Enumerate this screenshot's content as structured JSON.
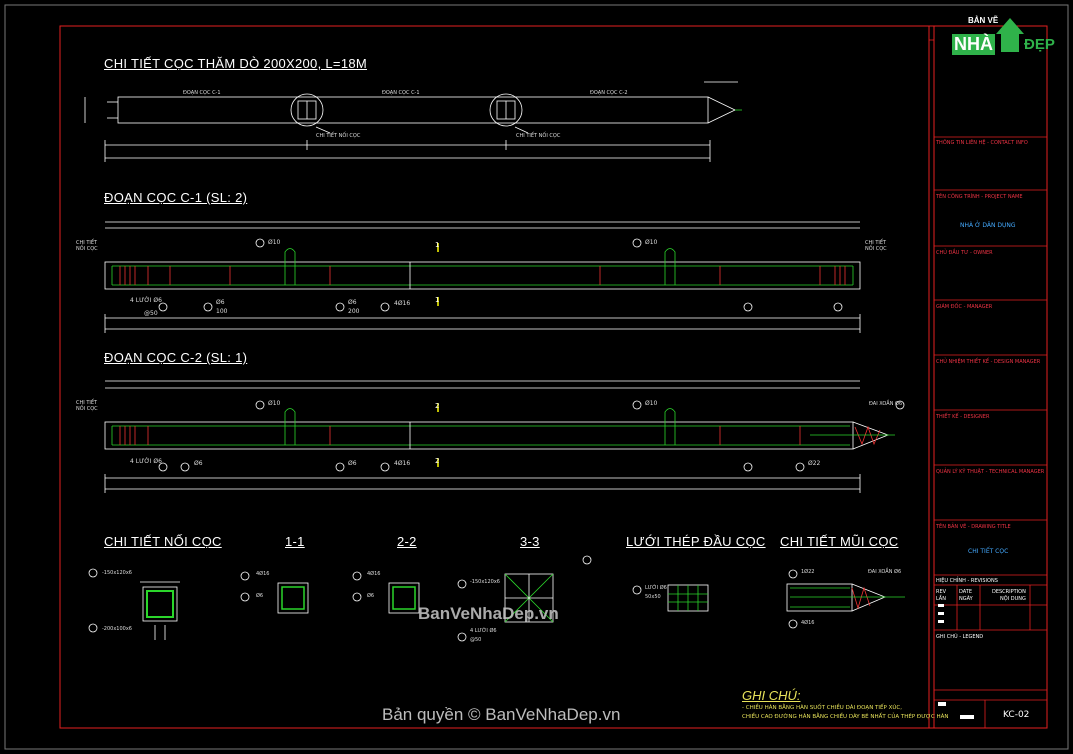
{
  "drawing": {
    "main_title": "CHI TIẾT CỌC THĂM DÒ 200X200, L=18M",
    "segment_c1_title": "ĐOẠN CỌC C-1 (SL: 2)",
    "segment_c2_title": "ĐOẠN CỌC C-2 (SL: 1)",
    "overview_labels": [
      "ĐOẠN CỌC C-1",
      "ĐOẠN CỌC C-1",
      "ĐOẠN CỌC C-2"
    ],
    "joint_label": "CHI TIẾT NỐI CỌC",
    "pile_end_label": "CHI TIẾT\nNỐI CỌC",
    "section_marks": {
      "s1": "1",
      "s2": "2"
    },
    "c1_callouts": {
      "r4": "Ø10",
      "r3a": "Ø6",
      "r3a_sp": "100",
      "r3b": "Ø6",
      "r3b_sp": "200",
      "r2": "4Ø16",
      "r5": "4 LƯỚI Ø6",
      "r5_sp": "@50"
    },
    "c2_callouts": {
      "tip": "ĐAI XOẮN Ø6",
      "r7": "Ø22"
    }
  },
  "details": {
    "joint_title": "CHI TIẾT NỐI CỌC",
    "sec11": "1-1",
    "sec22": "2-2",
    "sec33": "3-3",
    "mesh_title": "LƯỚI THÉP ĐẦU CỌC",
    "tip_title": "CHI TIẾT MŨI CỌC",
    "joint_plate_top": "-150x120x6",
    "joint_plate_bot": "-200x100x6",
    "sec11_bar": "4Ø16",
    "sec11_tie": "Ø6",
    "sec33_plate": "-150x120x6",
    "sec33_mesh": "4 LƯỚI Ø6",
    "sec33_mesh_sp": "@50",
    "mesh_label": "LƯỚI Ø6",
    "mesh_sp": "50x50",
    "tip_bar": "1Ø22",
    "tip_spiral": "ĐAI XOẮN Ø6",
    "tip_main": "4Ø16"
  },
  "notes": {
    "title": "GHI CHÚ:",
    "line1": "- CHIỀU HÀN BẰNG HÀN SUỐT CHIỀU DÀI ĐOẠN TIẾP XÚC,",
    "line2": "  CHIỀU CAO ĐƯỜNG HÀN BẰNG CHIỀU DÀY BÉ NHẤT CỦA THÉP ĐƯỢC HÀN"
  },
  "title_block": {
    "contact": "THÔNG TIN LIÊN HỆ - CONTACT INFO",
    "project_label": "TÊN CÔNG TRÌNH - PROJECT NAME",
    "project_name": "NHÀ Ở DÂN DỤNG",
    "owner": "CHỦ ĐẦU TƯ - OWNER",
    "manager": "GIÁM ĐỐC - MANAGER",
    "design_manager": "CHỦ NHIỆM THIẾT KẾ - DESIGN MANAGER",
    "designer": "THIẾT KẾ - DESIGNER",
    "tech_manager": "QUẢN LÝ KỸ THUẬT - TECHNICAL MANAGER",
    "drawing_title_label": "TÊN BẢN VẼ - DRAWING TITLE",
    "drawing_title": "CHI TIẾT CỌC",
    "revision": "HIỆU CHỈNH - REVISIONS",
    "rev_cols": [
      "REV",
      "DATE",
      "DESCRIPTION"
    ],
    "rev_cols2": [
      "LẦN",
      "NGÀY",
      "NỘI DUNG"
    ],
    "notes_label": "GHI CHÚ - LEGEND",
    "sheet_no": "KC-02"
  },
  "watermark": {
    "center": "BanVeNhaDep.vn",
    "copyright": "Bản quyền © BanVeNhaDep.vn",
    "logo_top": "BẢN VẼ",
    "logo_nh": "NHÀ",
    "logo_dep": "ĐẸP"
  },
  "colors": {
    "frame": "#e32020",
    "concrete": "#ffffff",
    "rebar": "#2bd62b",
    "stirrup": "#e33",
    "dim": "#ffffff",
    "callout": "#ffffff",
    "note": "#e8e35a",
    "title_block_text": "#e34",
    "title_block_value": "#4af"
  }
}
